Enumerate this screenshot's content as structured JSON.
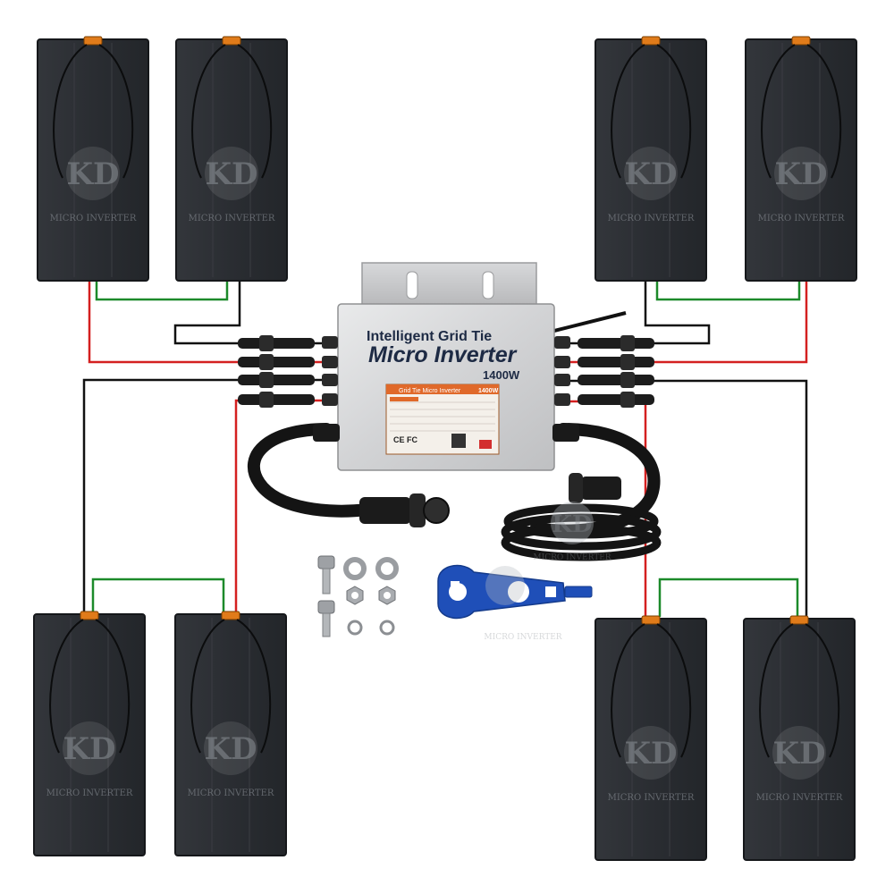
{
  "inverter": {
    "line1": "Intelligent Grid Tie",
    "line2": "Micro Inverter",
    "power": "1400W",
    "label_title": "Grid Tie Micro Inverter",
    "label_power": "1400W",
    "label_cert": "CE FC"
  },
  "watermark": {
    "logo": "KD",
    "caption": "MICRO INVERTER"
  },
  "colors": {
    "panel": "#2a2d32",
    "panel_edge": "#15171a",
    "wire_red": "#d42020",
    "wire_green": "#1c8a2a",
    "wire_black": "#111111",
    "inverter_body": "#d9dadb",
    "tool_blue": "#1f4fb8"
  },
  "icons": {
    "solar_panel": "solar-panel-icon",
    "inverter": "micro-inverter-icon",
    "mc4_connector": "mc4-connector-icon",
    "spanner": "mc4-spanner-icon",
    "screw": "screw-icon",
    "washer": "washer-icon",
    "nut": "nut-icon",
    "antenna": "antenna-icon"
  }
}
